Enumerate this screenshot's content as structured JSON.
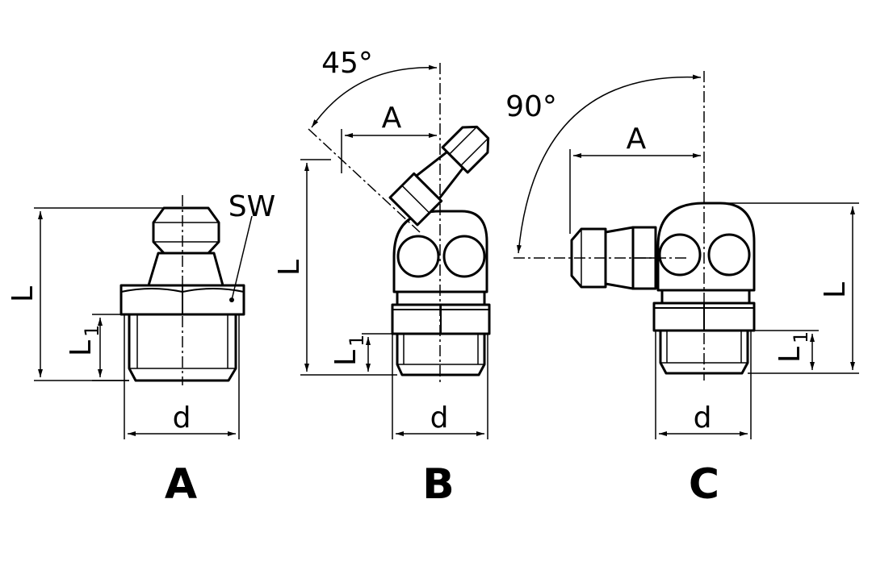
{
  "figures": [
    {
      "caption": "A",
      "dims": {
        "L": "L",
        "L1_main": "L",
        "L1_sub": "1",
        "d": "d",
        "SW": "SW"
      }
    },
    {
      "caption": "B",
      "dims": {
        "L": "L",
        "L1_main": "L",
        "L1_sub": "1",
        "d": "d",
        "A": "A",
        "angle": "45°"
      }
    },
    {
      "caption": "C",
      "dims": {
        "L": "L",
        "L1_main": "L",
        "L1_sub": "1",
        "d": "d",
        "A": "A",
        "angle": "90°"
      }
    }
  ]
}
